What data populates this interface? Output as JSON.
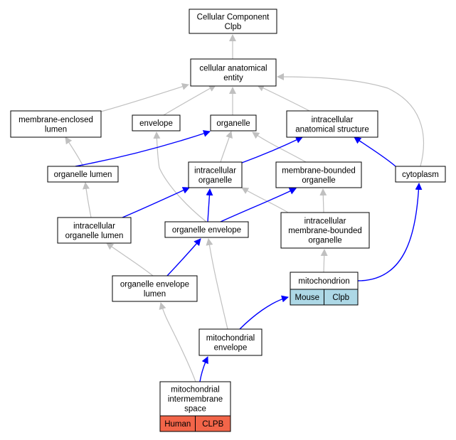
{
  "nodes": {
    "root": [
      "Cellular Component",
      "Clpb"
    ],
    "cae": [
      "cellular anatomical",
      "entity"
    ],
    "mel": [
      "membrane-enclosed",
      "lumen"
    ],
    "env": [
      "envelope"
    ],
    "org": [
      "organelle"
    ],
    "ias": [
      "intracellular",
      "anatomical structure"
    ],
    "ol": [
      "organelle lumen"
    ],
    "io": [
      "intracellular",
      "organelle"
    ],
    "mbo": [
      "membrane-bounded",
      "organelle"
    ],
    "cyt": [
      "cytoplasm"
    ],
    "iol": [
      "intracellular",
      "organelle lumen"
    ],
    "oe": [
      "organelle envelope"
    ],
    "imbo": [
      "intracellular",
      "membrane-bounded",
      "organelle"
    ],
    "mito": [
      "mitochondrion"
    ],
    "oel": [
      "organelle envelope",
      "lumen"
    ],
    "me": [
      "mitochondrial",
      "envelope"
    ],
    "mis": [
      "mitochondrial",
      "intermembrane",
      "space"
    ]
  },
  "annotations": {
    "mito": {
      "species": "Mouse",
      "gene": "Clpb",
      "color": "#add8e6"
    },
    "mis": {
      "species": "Human",
      "gene": "CLPB",
      "color": "#f26549"
    }
  },
  "edge_colors": {
    "is_a": "#c0c0c0",
    "part_of": "#0000ff"
  }
}
